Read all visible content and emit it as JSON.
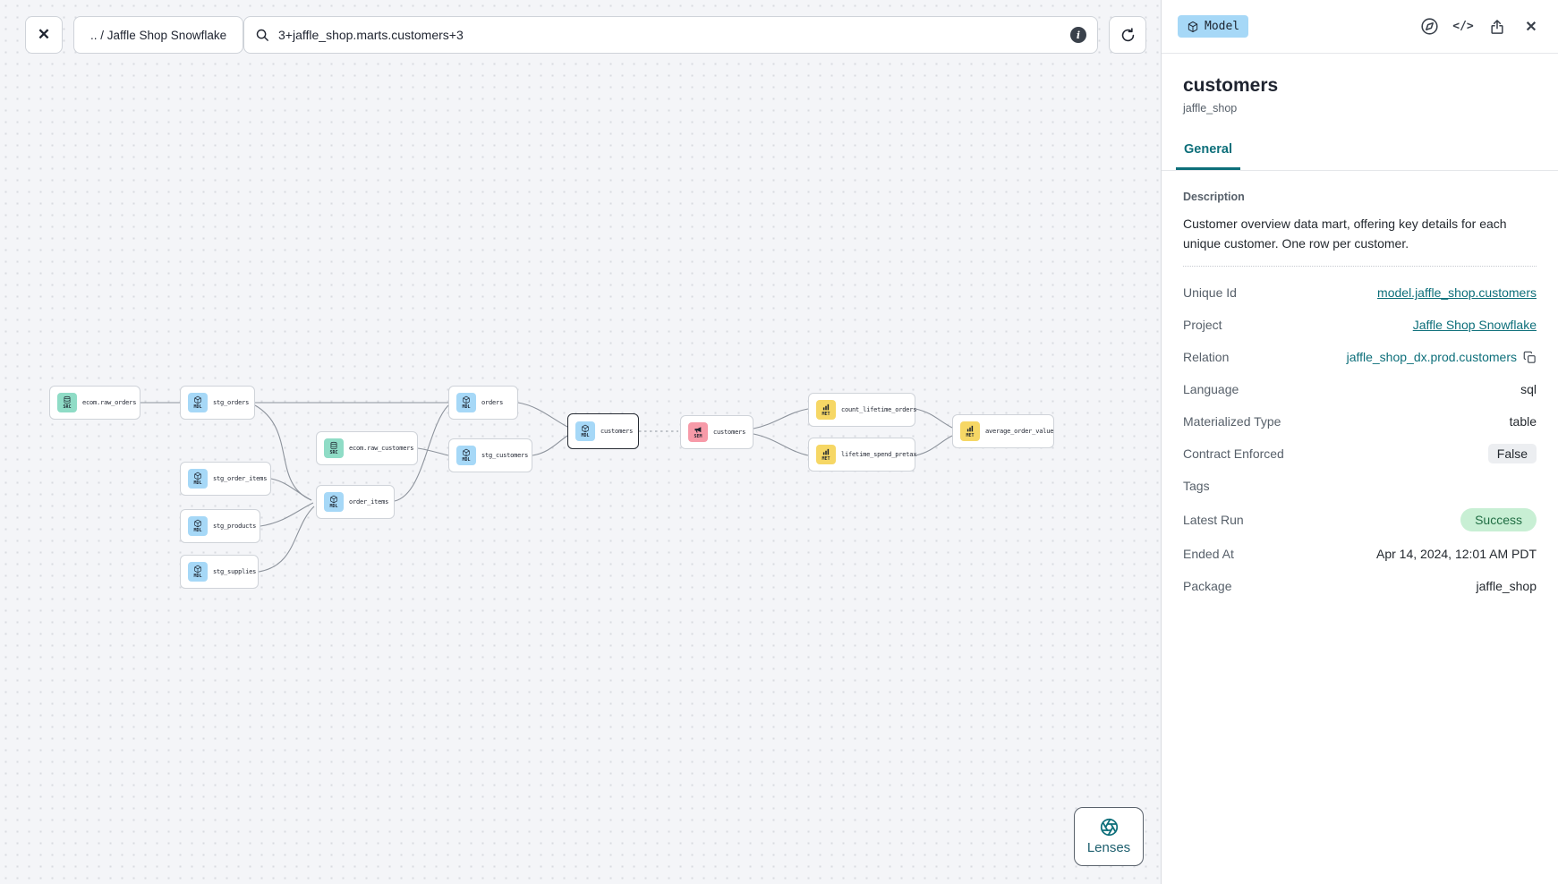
{
  "toolbar": {
    "breadcrumb": ".. / Jaffle Shop Snowflake",
    "search_value": "3+jaffle_shop.marts.customers+3",
    "close_glyph": "✕",
    "refresh_glyph": "↻",
    "info_glyph": "i"
  },
  "graph": {
    "nodes": [
      {
        "label": "ecom.raw_orders",
        "type": "SRC"
      },
      {
        "label": "stg_orders",
        "type": "MDL"
      },
      {
        "label": "stg_order_items",
        "type": "MDL"
      },
      {
        "label": "stg_products",
        "type": "MDL"
      },
      {
        "label": "stg_supplies",
        "type": "MDL"
      },
      {
        "label": "ecom.raw_customers",
        "type": "SRC"
      },
      {
        "label": "order_items",
        "type": "MDL"
      },
      {
        "label": "orders",
        "type": "MDL"
      },
      {
        "label": "stg_customers",
        "type": "MDL"
      },
      {
        "label": "customers",
        "type": "MDL",
        "selected": true
      },
      {
        "label": "customers",
        "type": "SEM"
      },
      {
        "label": "count_lifetime_orders",
        "type": "MET"
      },
      {
        "label": "lifetime_spend_pretax",
        "type": "MET"
      },
      {
        "label": "average_order_value",
        "type": "MET"
      }
    ]
  },
  "lenses": {
    "label": "Lenses"
  },
  "panel": {
    "badge": "Model",
    "code_icon_glyph": "</>",
    "close_glyph": "✕",
    "title": "customers",
    "subtitle": "jaffle_shop",
    "tab": "General",
    "description_heading": "Description",
    "description": "Customer overview data mart, offering key details for each unique customer. One row per customer.",
    "fields": [
      {
        "label": "Unique Id",
        "value": "model.jaffle_shop.customers"
      },
      {
        "label": "Project",
        "value": "Jaffle Shop Snowflake"
      },
      {
        "label": "Relation",
        "value": "jaffle_shop_dx.prod.customers"
      },
      {
        "label": "Language",
        "value": "sql"
      },
      {
        "label": "Materialized Type",
        "value": "table"
      },
      {
        "label": "Contract Enforced",
        "value": "False"
      },
      {
        "label": "Tags",
        "value": ""
      },
      {
        "label": "Latest Run",
        "value": "Success"
      },
      {
        "label": "Ended At",
        "value": "Apr 14, 2024, 12:01 AM PDT"
      },
      {
        "label": "Package",
        "value": "jaffle_shop"
      }
    ]
  },
  "icons": [
    "close-icon",
    "search-icon",
    "info-icon",
    "refresh-icon",
    "cube-icon",
    "database-icon",
    "megaphone-icon",
    "bar-chart-icon",
    "aperture-icon",
    "compass-icon",
    "code-icon",
    "share-icon",
    "copy-icon"
  ],
  "colors": {
    "accent_teal": "#0d6f7a",
    "node_source": "#8fdcc6",
    "node_model": "#a6d8f7",
    "node_semantic": "#f79aa8",
    "node_metric": "#f6d765",
    "success_bg": "#c8efd4",
    "success_text": "#216e44",
    "badge_bg": "#a6d8f7"
  }
}
